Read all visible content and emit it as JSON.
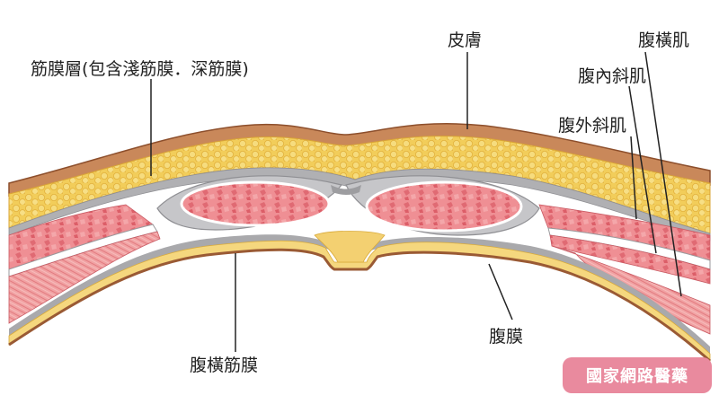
{
  "labels": {
    "fascia_layer": "筋膜層(包含淺筋膜．深筋膜)",
    "skin": "皮膚",
    "transversus_abdominis": "腹橫肌",
    "internal_oblique": "腹內斜肌",
    "external_oblique": "腹外斜肌",
    "transversalis_fascia": "腹橫筋膜",
    "peritoneum": "腹膜"
  },
  "watermark": "國家網路醫藥",
  "colors": {
    "fat": "#f2cd5a",
    "fat_dark": "#e4b23a",
    "skin_edge": "#9a5a34",
    "muscle": "#ee8e93",
    "muscle_dark": "#d8626b",
    "fascia": "#a8a8aa",
    "peritoneum": "#f3d27a",
    "badge": "#e98a9e"
  }
}
